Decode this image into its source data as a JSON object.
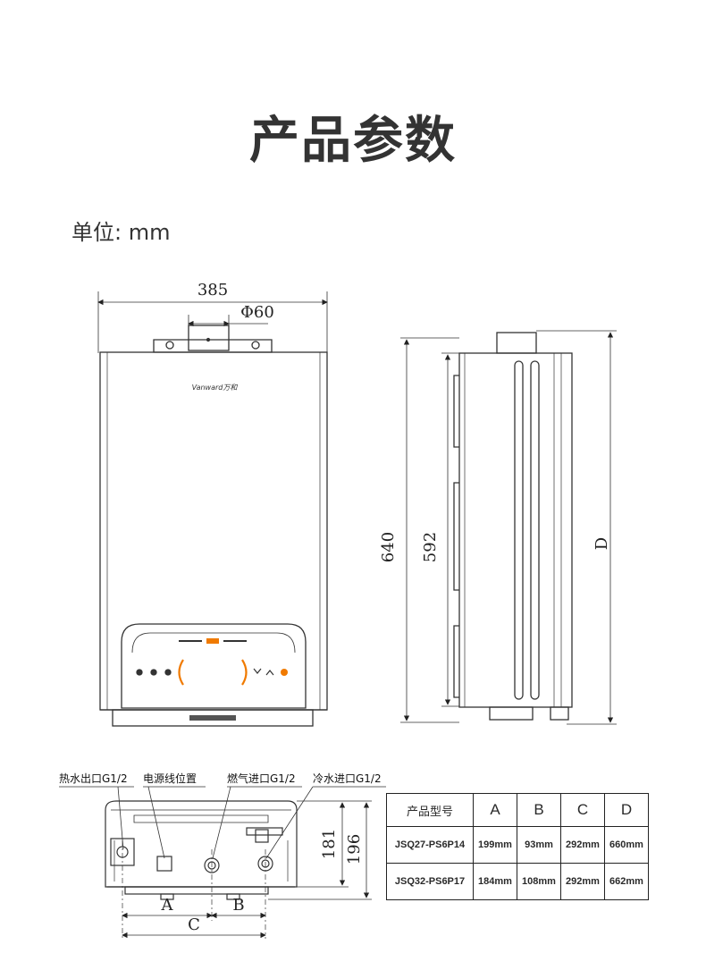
{
  "title": "产品参数",
  "unit_label": "单位: mm",
  "front_view": {
    "width_label": "385",
    "flue_label": "Φ60",
    "brand": "Vanward万和"
  },
  "side_view": {
    "height_label": "640",
    "inner_height_label": "592",
    "depth_label": "D"
  },
  "bottom_view": {
    "callouts": [
      "热水出口G1/2",
      "电源线位置",
      "燃气进口G1/2",
      "冷水进口G1/2"
    ],
    "height_181": "181",
    "height_196": "196",
    "dim_a": "A",
    "dim_b": "B",
    "dim_c": "C"
  },
  "spec_table": {
    "header": [
      "产品型号",
      "A",
      "B",
      "C",
      "D"
    ],
    "rows": [
      [
        "JSQ27-PS6P14",
        "199mm",
        "93mm",
        "292mm",
        "660mm"
      ],
      [
        "JSQ32-PS6P17",
        "184mm",
        "108mm",
        "292mm",
        "662mm"
      ]
    ]
  },
  "colors": {
    "accent": "#f07a00",
    "line": "#333333"
  }
}
